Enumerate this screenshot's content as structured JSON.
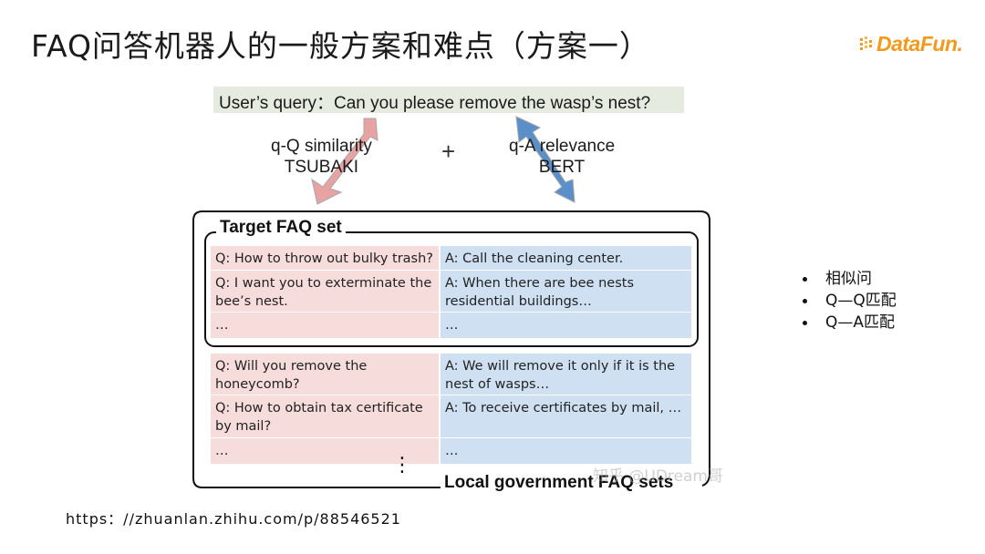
{
  "slide": {
    "title": "FAQ问答机器人的一般方案和难点（方案一）",
    "logo": "DataFun."
  },
  "diagram": {
    "query": "User’s query：Can you please remove the wasp’s nest?",
    "left_method": {
      "line1": "q-Q similarity",
      "line2": "TSUBAKI"
    },
    "plus": "+",
    "right_method": {
      "line1": "q-A relevance",
      "line2": "BERT"
    },
    "target_set_title": "Target FAQ set",
    "local_set_title": "Local government FAQ sets",
    "target_rows": [
      {
        "q": "Q: How to throw out bulky trash?",
        "a": "A: Call the cleaning center."
      },
      {
        "q": "Q: I want you to exterminate the bee’s nest.",
        "a": "A: When there are bee nests residential buildings…"
      },
      {
        "q": "…",
        "a": "…"
      }
    ],
    "local_rows": [
      {
        "q": "Q: Will you remove the honeycomb?",
        "a": "A: We will remove it only if it is the nest of wasps…"
      },
      {
        "q": "Q: How to obtain tax certificate by mail?",
        "a": "A: To receive certificates by mail, …"
      },
      {
        "q": "…",
        "a": "…"
      }
    ],
    "vertical_dots": "⋮"
  },
  "bullets": [
    "相似问",
    "Q—Q匹配",
    "Q—A匹配"
  ],
  "source_url": "https：//zhuanlan.zhihu.com/p/88546521",
  "watermark": "知乎 @UDream哥",
  "colors": {
    "logo": "#f39a1d",
    "q_cell": "#f6dcda",
    "a_cell": "#cfe0f3",
    "left_arrow": "#e7a2a2",
    "right_arrow": "#5b8fc9"
  }
}
